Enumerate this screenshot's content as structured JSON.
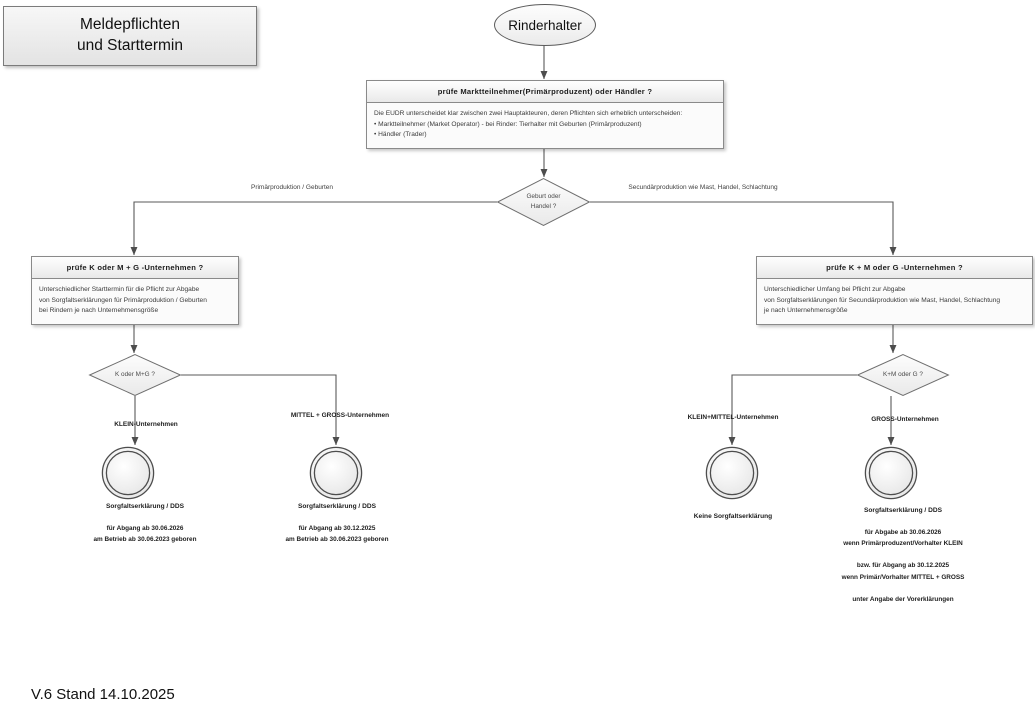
{
  "title_box": {
    "line1": "Meldepflichten",
    "line2": "und Starttermin"
  },
  "start": {
    "label": "Rinderhalter"
  },
  "proc_top": {
    "header": "prüfe Marktteilnehmer(Primärproduzent) oder Händler ?",
    "lines": [
      "Die EUDR unterscheidet klar zwischen zwei Hauptakteuren, deren Pflichten sich erheblich unterscheiden:",
      "Marktteilnehmer (Market Operator)  -  bei Rinder: Tierhalter mit Geburten (Primärproduzent)",
      "Händler (Trader)"
    ]
  },
  "decision_top": {
    "line1": "Geburt oder",
    "line2": "Handel ?",
    "branch_left": "Primärproduktion / Geburten",
    "branch_right": "Secundärproduktion wie Mast, Handel, Schlachtung"
  },
  "proc_left": {
    "header": "prüfe K oder M + G -Unternehmen ?",
    "lines": [
      "Unterschiedlicher Starttermin für die Pflicht zur Abgabe",
      "von Sorgfaltserklärungen für Primärproduktion / Geburten",
      "bei Rindern je nach Unternehmensgröße"
    ]
  },
  "proc_right": {
    "header": "prüfe K + M oder G -Unternehmen ?",
    "lines": [
      "Unterschiedlicher Umfang bei Pflicht zur Abgabe",
      "von Sorgfaltserklärungen für Secundärproduktion wie Mast, Handel, Schlachtung",
      "je nach Unternehmensgröße"
    ]
  },
  "decision_left": {
    "label": "K oder M+G ?",
    "branch_left": "KLEIN-Unternehmen",
    "branch_right": "MITTEL + GROSS-Unternehmen"
  },
  "decision_right": {
    "label": "K+M oder G ?",
    "branch_left": "KLEIN+MITTEL-Unternehmen",
    "branch_right": "GROSS-Unternehmen"
  },
  "outcomes": [
    {
      "head": "Sorgfaltserklärung / DDS",
      "lines": [
        "für Abgang ab 30.06.2026",
        "am Betrieb ab 30.06.2023 geboren"
      ]
    },
    {
      "head": "Sorgfaltserklärung / DDS",
      "lines": [
        "für Abgang ab 30.12.2025",
        "am Betrieb ab 30.06.2023 geboren"
      ]
    },
    {
      "head": "Keine Sorgfaltserklärung",
      "lines": []
    },
    {
      "head": "Sorgfaltserklärung / DDS",
      "lines": [
        "für Abgabe ab 30.06.2026",
        "wenn Primärproduzent/Vorhalter KLEIN",
        "",
        "bzw. für Abgang ab  30.12.2025",
        "wenn Primär/Vorhalter MITTEL + GROSS",
        "",
        "unter Angabe der Vorerklärungen"
      ]
    }
  ],
  "footer": {
    "text": "V.6 Stand 14.10.2025"
  },
  "colors": {
    "line": "#595959",
    "box_border": "#8a8a8a",
    "text": "#1a1a1a"
  }
}
